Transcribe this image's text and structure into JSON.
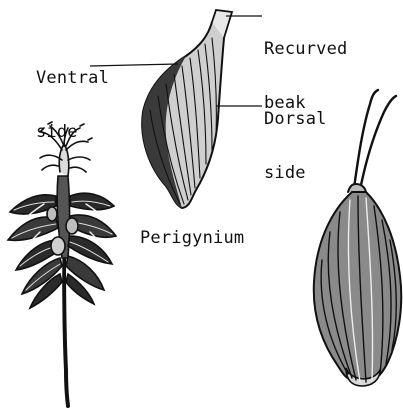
{
  "labels": {
    "recurved_beak": [
      "Recurved",
      "beak"
    ],
    "ventral_side": [
      "Ventral",
      "side"
    ],
    "dorsal_side": [
      "Dorsal",
      "side"
    ],
    "perigynium": "Perigynium"
  },
  "colors": {
    "ink": "#111111",
    "paper": "#ffffff"
  }
}
